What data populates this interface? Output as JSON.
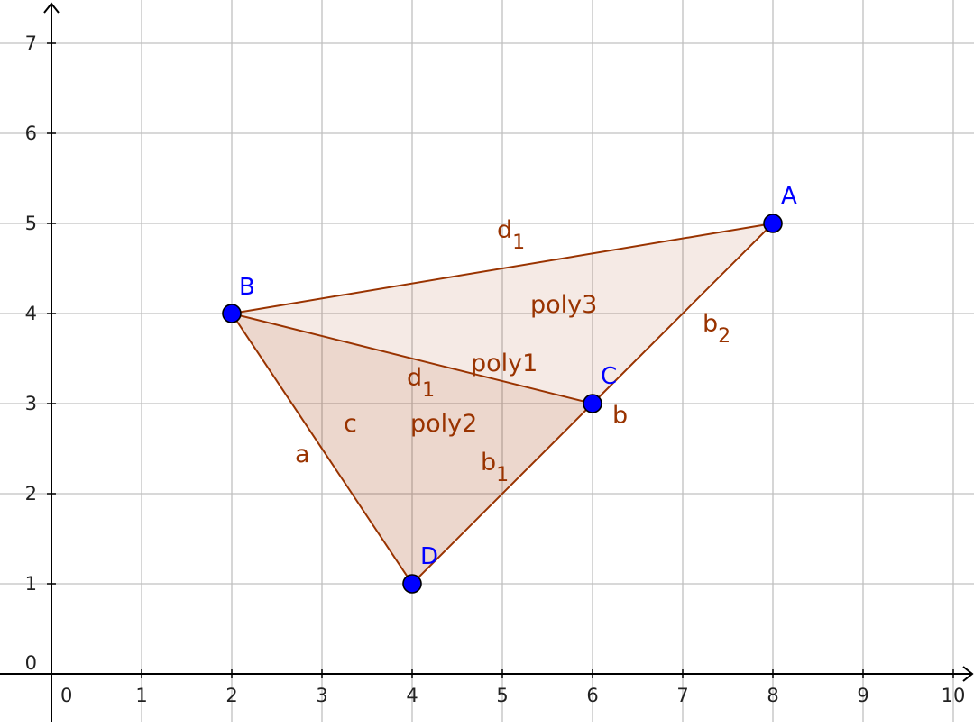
{
  "axes": {
    "x_ticks": [
      "0",
      "1",
      "2",
      "3",
      "4",
      "5",
      "6",
      "7",
      "8",
      "9",
      "10"
    ],
    "y_ticks": [
      "0",
      "1",
      "2",
      "3",
      "4",
      "5",
      "6",
      "7"
    ]
  },
  "colors": {
    "grid": "#c0c0c0",
    "axis": "#000000",
    "polygon_stroke": "#993300",
    "polygon_fill": "#993300",
    "point_fill": "#0000ff",
    "point_label": "#0000ff",
    "object_label": "#993300"
  },
  "points": [
    {
      "name": "A",
      "x": 8,
      "y": 5
    },
    {
      "name": "B",
      "x": 2,
      "y": 4
    },
    {
      "name": "C",
      "x": 6,
      "y": 3
    },
    {
      "name": "D",
      "x": 4,
      "y": 1
    }
  ],
  "polygons": [
    {
      "name": "poly1",
      "vertices": [
        "B",
        "C",
        "D"
      ]
    },
    {
      "name": "poly2",
      "vertices": [
        "B",
        "C",
        "D"
      ]
    },
    {
      "name": "poly3",
      "vertices": [
        "B",
        "A",
        "C"
      ]
    }
  ],
  "segments": [
    {
      "from": "B",
      "to": "D"
    },
    {
      "from": "D",
      "to": "C"
    },
    {
      "from": "C",
      "to": "A"
    },
    {
      "from": "B",
      "to": "A"
    },
    {
      "from": "B",
      "to": "C"
    }
  ],
  "segment_labels": {
    "d1_top": {
      "base": "d",
      "sub": "1"
    },
    "d1_mid": {
      "base": "d",
      "sub": "1"
    },
    "b2": {
      "base": "b",
      "sub": "2"
    },
    "b1": {
      "base": "b",
      "sub": "1"
    },
    "b": "b",
    "a": "a",
    "c": "c"
  },
  "polygon_labels": {
    "poly1": "poly1",
    "poly2": "poly2",
    "poly3": "poly3"
  }
}
